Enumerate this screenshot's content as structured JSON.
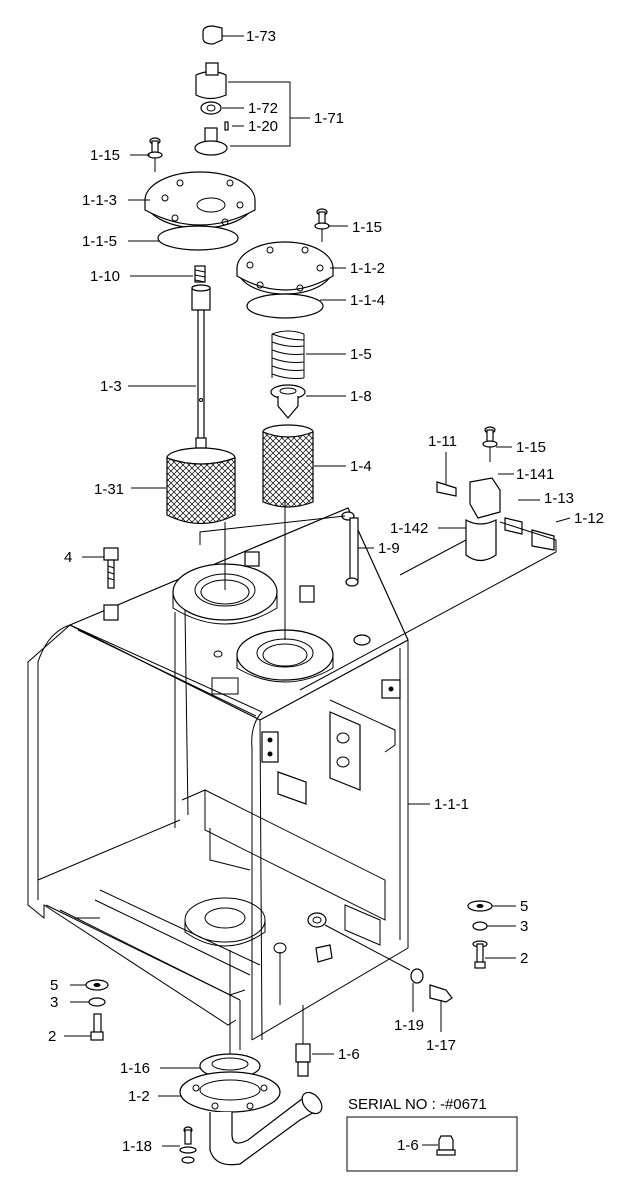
{
  "labels": {
    "l_1_73": "1-73",
    "l_1_72": "1-72",
    "l_1_71": "1-71",
    "l_1_20": "1-20",
    "l_1_15a": "1-15",
    "l_1_1_3": "1-1-3",
    "l_1_1_5": "1-1-5",
    "l_1_15b": "1-15",
    "l_1_1_2": "1-1-2",
    "l_1_10": "1-10",
    "l_1_1_4": "1-1-4",
    "l_1_5": "1-5",
    "l_1_3": "1-3",
    "l_1_8": "1-8",
    "l_1_11": "1-11",
    "l_1_15c": "1-15",
    "l_1_4": "1-4",
    "l_1_141": "1-141",
    "l_1_31": "1-31",
    "l_1_13": "1-13",
    "l_1_142": "1-142",
    "l_1_12": "1-12",
    "l_1_9": "1-9",
    "l_4": "4",
    "l_1_1_1": "1-1-1",
    "l_5a": "5",
    "l_3a": "3",
    "l_2a": "2",
    "l_5b": "5",
    "l_3b": "3",
    "l_2b": "2",
    "l_1_19": "1-19",
    "l_1_17": "1-17",
    "l_1_6a": "1-6",
    "l_1_16": "1-16",
    "l_1_2": "1-2",
    "l_1_18": "1-18",
    "l_1_6b": "1-6"
  },
  "serial_box": {
    "title": "SERIAL NO : -#0671"
  }
}
